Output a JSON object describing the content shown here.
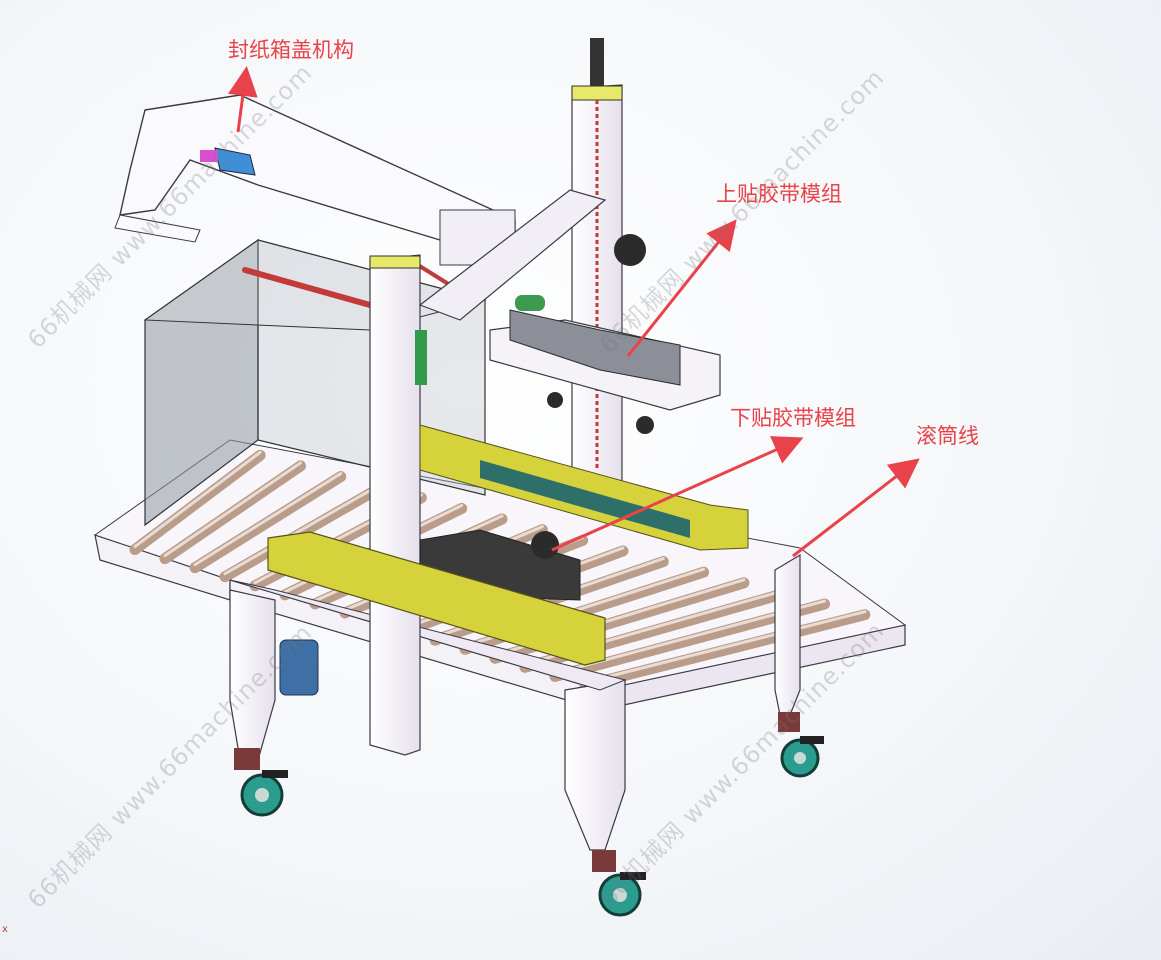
{
  "labels": {
    "lid_folding": "封纸箱盖机构",
    "top_tape_module": "上贴胶带模组",
    "bottom_tape_module": "下贴胶带模组",
    "roller_line": "滚筒线"
  },
  "watermark": "66机械网 www.66machine.com",
  "colors": {
    "callout": "#e8434a",
    "frame": "#f2eef6",
    "frame_edge": "#3a3a44",
    "roller": "#cbb3a3",
    "guide_rail": "#d6d23c",
    "belt": "#2e6f6a",
    "wheel": "#2a9d8f",
    "box": "#8f97a0",
    "screw": "#c23a3a"
  }
}
